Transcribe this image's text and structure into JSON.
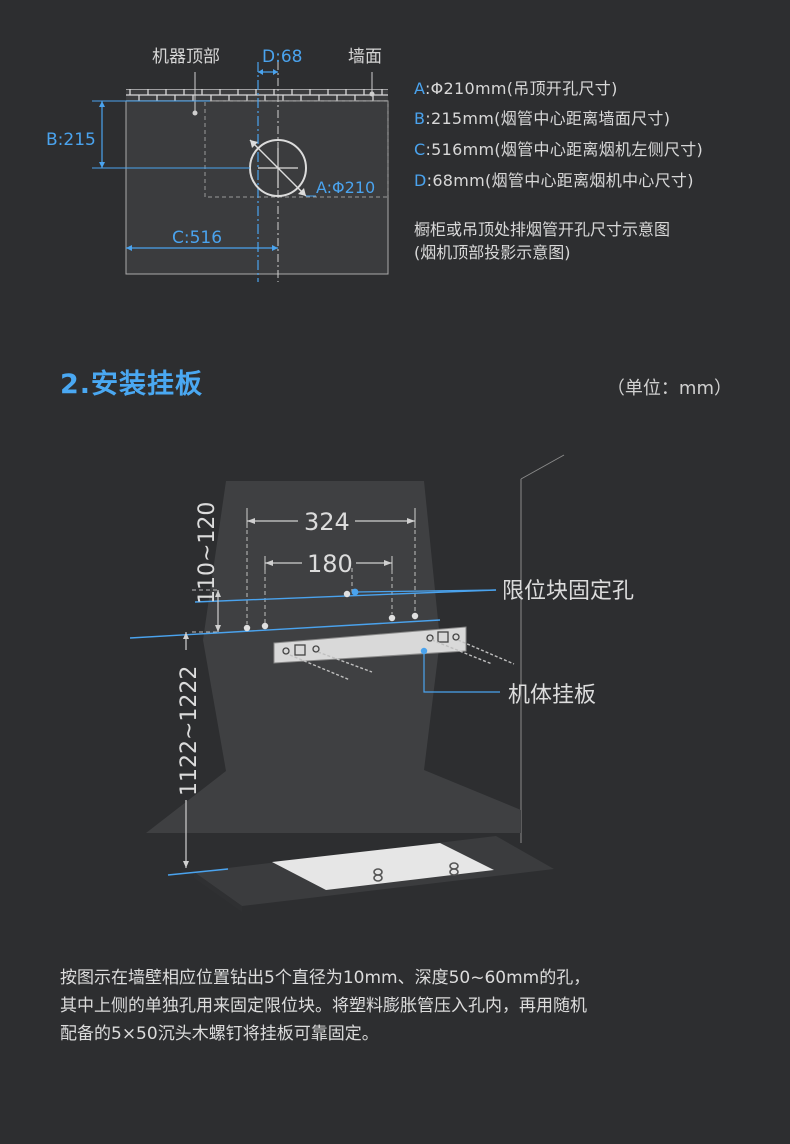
{
  "top_diagram": {
    "label_machine_top": "机器顶部",
    "label_d": "D:68",
    "label_wall": "墙面",
    "label_b": "B:215",
    "label_a": "A:Φ210",
    "label_c": "C:516",
    "legend": [
      {
        "key": "A",
        "text": ":Φ210mm(吊顶开孔尺寸)"
      },
      {
        "key": "B",
        "text": ":215mm(烟管中心距离墙面尺寸)"
      },
      {
        "key": "C",
        "text": ":516mm(烟管中心距离烟机左侧尺寸)"
      },
      {
        "key": "D",
        "text": ":68mm(烟管中心距离烟机中心尺寸)"
      }
    ],
    "caption_line1": "橱柜或吊顶处排烟管开孔尺寸示意图",
    "caption_line2": "(烟机顶部投影示意图)"
  },
  "section": {
    "title": "2.安装挂板",
    "unit": "（单位：mm）"
  },
  "install_diagram": {
    "dim_324": "324",
    "dim_180": "180",
    "dim_vertical_top": "110~120",
    "dim_vertical_bottom": "1122~1222",
    "label_limit_hole": "限位块固定孔",
    "label_hanging_plate": "机体挂板"
  },
  "description": {
    "line1": "按图示在墙壁相应位置钻出5个直径为10mm、深度50~60mm的孔，",
    "line2": "其中上侧的单独孔用来固定限位块。将塑料膨胀管压入孔内，再用随机",
    "line3": "配备的5×50沉头木螺钉将挂板可靠固定。"
  },
  "colors": {
    "background": "#2d2e30",
    "accent_blue": "#4aa3ee",
    "title_blue": "#4aa8f2",
    "panel": "#3b3c3e",
    "line": "#bfbfbf"
  }
}
